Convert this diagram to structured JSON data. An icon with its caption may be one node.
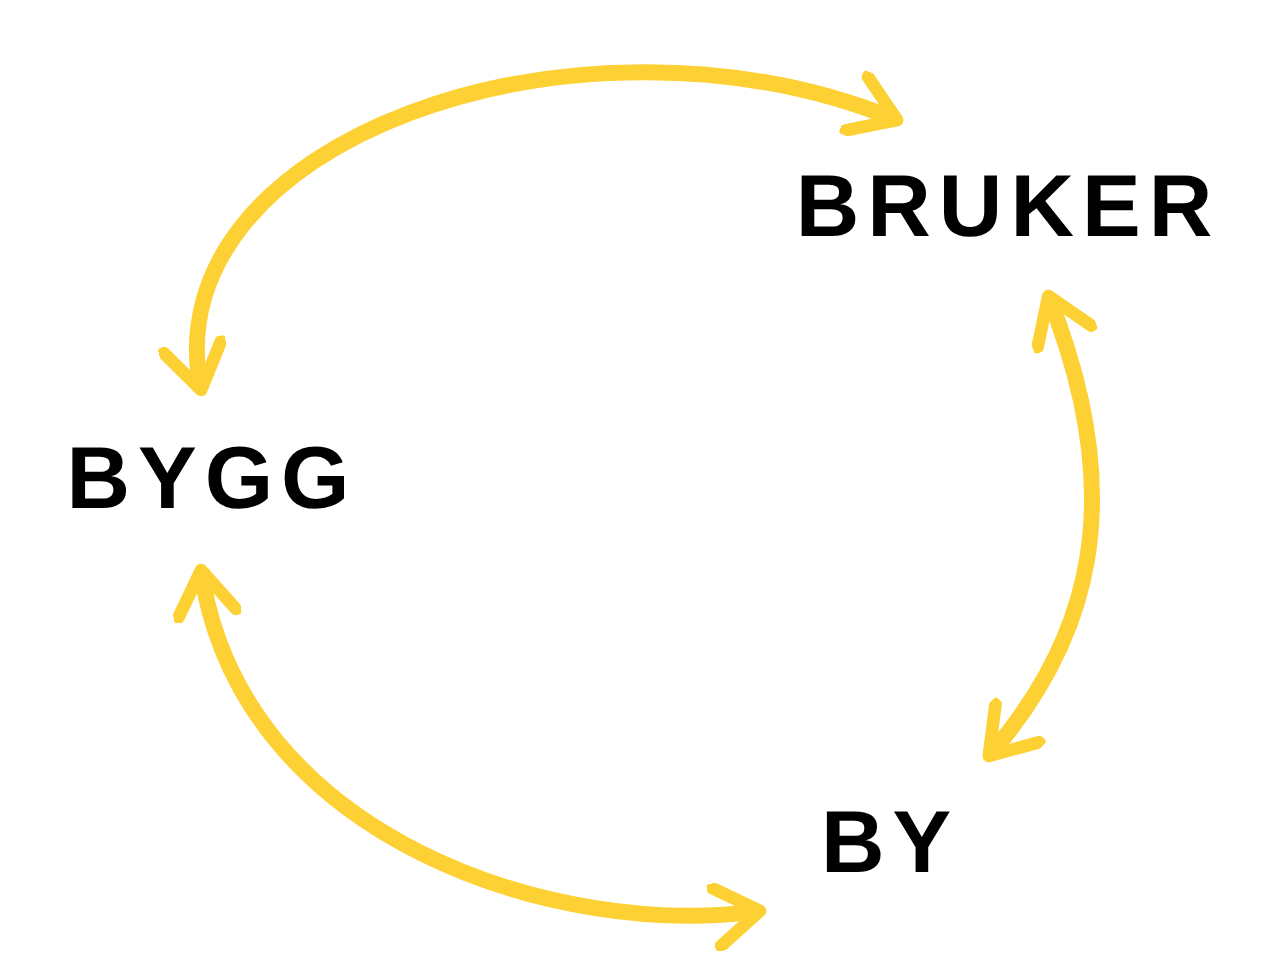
{
  "diagram": {
    "nodes": [
      {
        "text": [
          "BRUKER"
        ]
      },
      {
        "text": [
          "BYGG"
        ]
      },
      {
        "text": [
          "BY"
        ]
      }
    ],
    "edges": [
      {
        "from": 1,
        "to": 0,
        "arrow": "both"
      },
      {
        "from": 0,
        "to": 2,
        "arrow": "both"
      },
      {
        "from": 1,
        "to": 2,
        "arrow": "both"
      }
    ]
  }
}
